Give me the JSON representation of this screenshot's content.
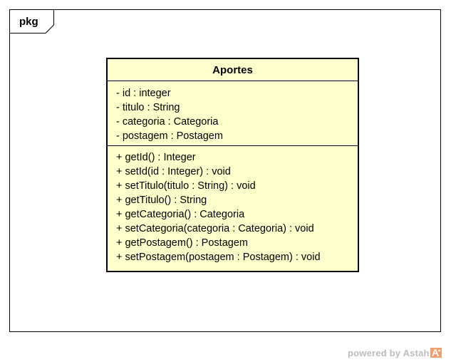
{
  "package": {
    "label": "pkg"
  },
  "class": {
    "name": "Aportes",
    "attributes": [
      "- id : integer",
      "- titulo : String",
      "- categoria : Categoria",
      "- postagem : Postagem"
    ],
    "operations": [
      "+ getId() : Integer",
      "+ setId(id : Integer) : void",
      "+ setTitulo(titulo : String) : void",
      "+ getTitulo() : String",
      "+ getCategoria() : Categoria",
      "+ setCategoria(categoria : Categoria) : void",
      "+ getPostagem() : Postagem",
      "+ setPostagem(postagem : Postagem) : void"
    ]
  },
  "watermark": {
    "text": "powered by Astah",
    "logo_icon": "astah-logo-icon"
  },
  "colors": {
    "class_fill": "#ffffcc",
    "border": "#000000",
    "watermark_text": "#bdbdbd",
    "logo_orange": "#f0a070"
  }
}
